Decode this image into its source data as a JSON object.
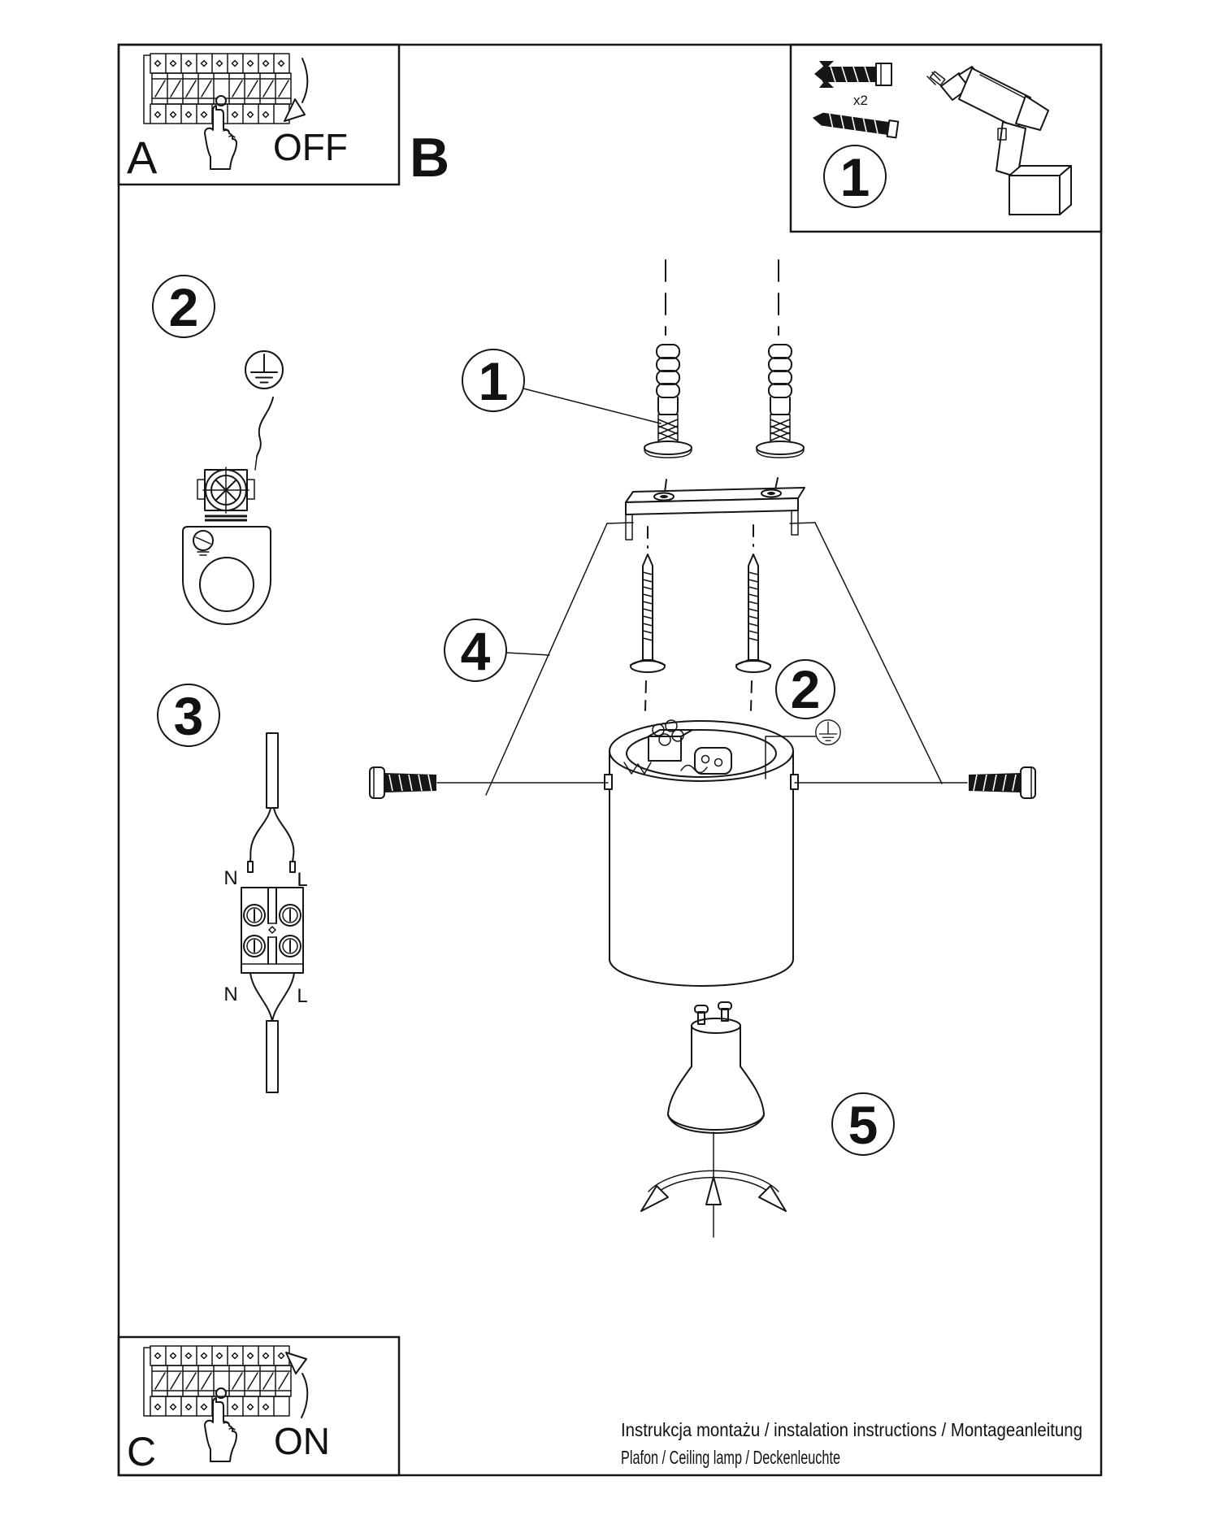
{
  "sections": {
    "a": "A",
    "b": "B",
    "c": "C"
  },
  "switch": {
    "off": "OFF",
    "on": "ON"
  },
  "kit": {
    "qty": "x2"
  },
  "callouts": {
    "c1": "1",
    "c2": "2",
    "c3": "3",
    "c4": "4",
    "c5": "5"
  },
  "wiring": {
    "n": "N",
    "l": "L"
  },
  "footer": {
    "line1": "Instrukcja montażu / instalation instructions / Montageanleitung",
    "line2": "Plafon / Ceiling lamp / Deckenleuchte"
  }
}
